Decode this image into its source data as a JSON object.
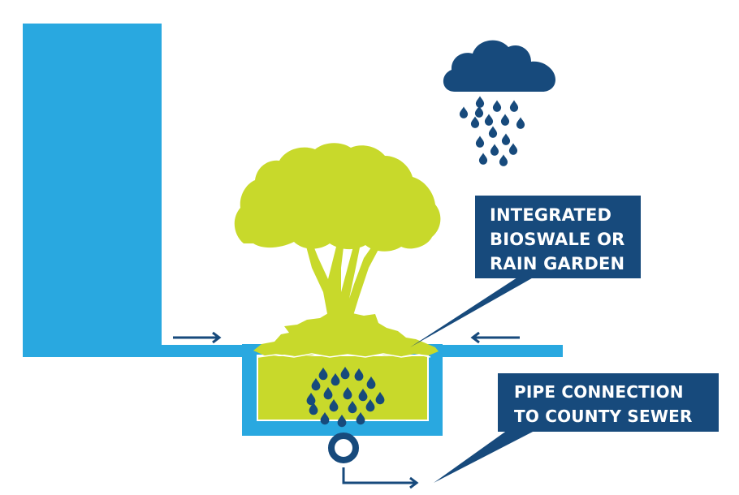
{
  "diagram": {
    "colors": {
      "building_blue": "#29a8e0",
      "navy": "#174a7c",
      "lime": "#c8d92b",
      "white": "#ffffff"
    },
    "elements": {
      "building": "building-icon",
      "cloud": "rain-cloud-icon",
      "tree": "tree-icon",
      "basin": "bioswale-basin",
      "pipe": "pipe-icon",
      "flow_arrows": [
        "arrow-right-icon",
        "arrow-left-icon",
        "outflow-arrow-icon"
      ]
    },
    "callouts": [
      {
        "id": "bioswale",
        "lines": [
          "INTEGRATED",
          "BIOSWALE OR",
          "RAIN GARDEN"
        ]
      },
      {
        "id": "pipe",
        "lines": [
          "PIPE CONNECTION",
          "TO COUNTY SEWER"
        ]
      }
    ]
  }
}
